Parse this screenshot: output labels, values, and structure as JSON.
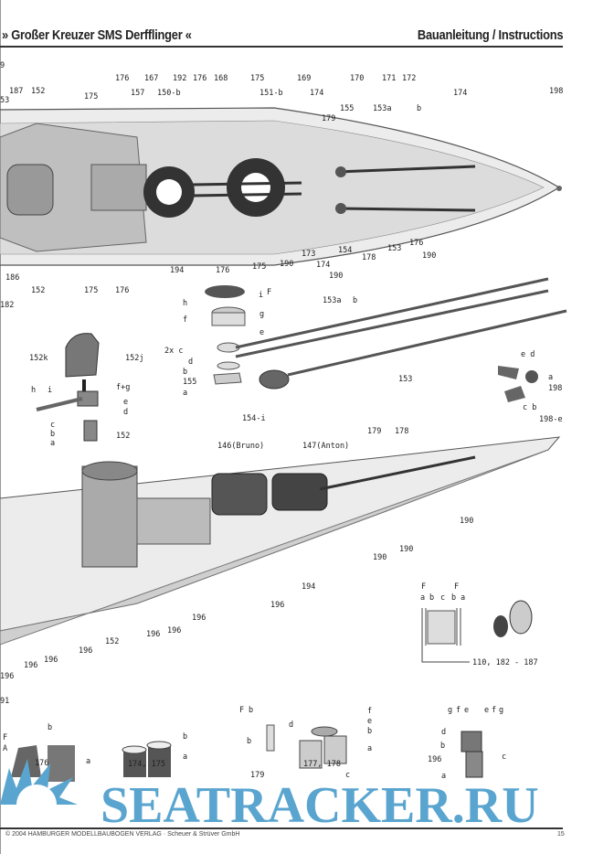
{
  "header": {
    "title": "» Großer Kreuzer SMS Derfflinger «",
    "subtitle": "Bauanleitung / Instructions"
  },
  "footer": {
    "copyright": "© 2004 HAMBURGER MODELLBAUBOGEN VERLAG · Scheuer & Strüver GmbH",
    "page": "15"
  },
  "watermark": {
    "text": "SEATRACKER.RU"
  },
  "labels": {
    "top_view": [
      "9",
      "53",
      "187",
      "152",
      "175",
      "176",
      "157",
      "167",
      "150-b",
      "192",
      "176",
      "168",
      "175",
      "151-b",
      "169",
      "174",
      "179",
      "155",
      "170",
      "153a",
      "171",
      "172",
      "b",
      "174",
      "198",
      "194",
      "176",
      "175",
      "190",
      "173",
      "174",
      "190",
      "154",
      "178",
      "153",
      "176",
      "190",
      "186",
      "152",
      "175",
      "176",
      "182"
    ],
    "parts": [
      "i",
      "F",
      "h",
      "g",
      "f",
      "e",
      "d",
      "2x c",
      "b",
      "155",
      "a",
      "153a",
      "b",
      "153",
      "154-i",
      "152k",
      "152j",
      "f+g",
      "h",
      "i",
      "e",
      "d",
      "c",
      "b",
      "a",
      "152",
      "e d",
      "a",
      "198",
      "c b",
      "198-e"
    ],
    "side_view": [
      "146(Bruno)",
      "147(Anton)",
      "179",
      "178",
      "190",
      "190",
      "190",
      "194",
      "196",
      "196",
      "196",
      "196",
      "152",
      "196",
      "196",
      "196",
      "196"
    ],
    "spool": [
      "F",
      "F",
      "a",
      "b",
      "c",
      "b",
      "a",
      "110, 182 - 187"
    ],
    "details": [
      "91",
      "F",
      "A",
      "b",
      "a",
      "176",
      "b",
      "a",
      "174, 175",
      "F",
      "b",
      "b",
      "179",
      "d",
      "f",
      "e",
      "b",
      "a",
      "c",
      "177, 178",
      "g",
      "f",
      "e",
      "e",
      "f",
      "g",
      "d",
      "b",
      "196",
      "c",
      "a"
    ]
  }
}
